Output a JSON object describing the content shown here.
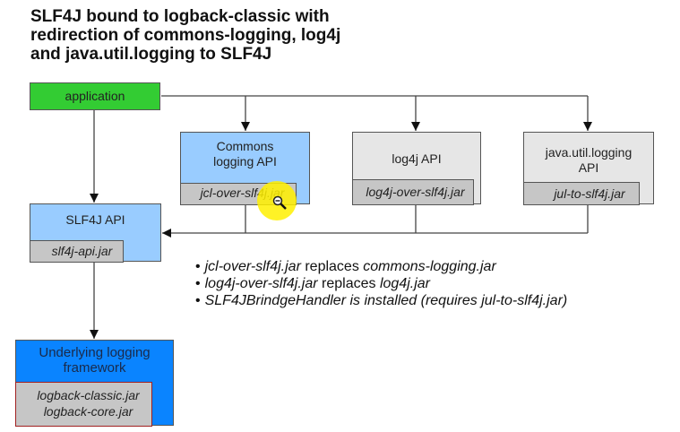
{
  "title": {
    "lines": [
      "SLF4J bound to logback-classic with",
      "redirection of commons-logging, log4j",
      "and java.util.logging to SLF4J"
    ]
  },
  "colors": {
    "application": "#33cc33",
    "api_light_blue": "#99ccff",
    "api_grey": "#e6e6e6",
    "jar_grey": "#c6c6c6",
    "underlying_blue": "#0a84ff",
    "underlying_jar_border": "#a02020",
    "cursor_highlight": "#fff000"
  },
  "nodes": {
    "application": {
      "label": "application"
    },
    "commons_logging": {
      "label_lines": [
        "Commons",
        "logging API"
      ],
      "jar": "jcl-over-slf4j.jar"
    },
    "log4j": {
      "label_lines": [
        "log4j API"
      ],
      "jar": "log4j-over-slf4j.jar"
    },
    "jul": {
      "label_lines": [
        "java.util.logging",
        "API"
      ],
      "jar": "jul-to-slf4j.jar"
    },
    "slf4j_api": {
      "label_lines": [
        "SLF4J API"
      ],
      "jar": "slf4j-api.jar"
    },
    "underlying": {
      "label_lines": [
        "Underlying logging",
        "framework"
      ],
      "jars": [
        "logback-classic.jar",
        "logback-core.jar"
      ]
    }
  },
  "notes": [
    {
      "italic": "jcl-over-slf4j.jar",
      "plain": " replaces ",
      "italic2": "commons-logging.jar"
    },
    {
      "italic": "log4j-over-slf4j.jar",
      "plain": " replaces ",
      "italic2": "log4j.jar"
    },
    {
      "italic": "SLF4JBrindgeHandler is installed (requires jul-to-slf4j.jar)",
      "plain": "",
      "italic2": ""
    }
  ],
  "cursor": {
    "icon": "zoom-out-icon"
  }
}
